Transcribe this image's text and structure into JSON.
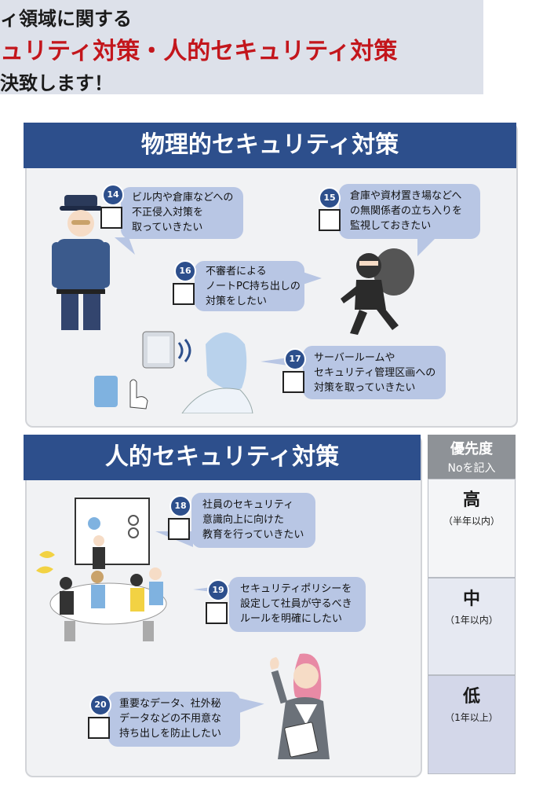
{
  "header": {
    "line1": "ィ領域に関する",
    "line2": "ュリティ対策・人的セキュリティ対策",
    "line3": "決致します！"
  },
  "physical": {
    "title": "物理的セキュリティ対策",
    "items": [
      {
        "no": "14",
        "text": "ビル内や倉庫などへの\n不正侵入対策を\n取っていきたい"
      },
      {
        "no": "15",
        "text": "倉庫や資材置き場などへ\nの無関係者の立ち入りを\n監視しておきたい"
      },
      {
        "no": "16",
        "text": "不審者による\nノートPC持ち出しの\n対策をしたい"
      },
      {
        "no": "17",
        "text": "サーバールームや\nセキュリティ管理区画への\n対策を取っていきたい"
      }
    ]
  },
  "human": {
    "title": "人的セキュリティ対策",
    "items": [
      {
        "no": "18",
        "text": "社員のセキュリティ\n意識向上に向けた\n教育を行っていきたい"
      },
      {
        "no": "19",
        "text": "セキュリティポリシーを\n設定して社員が守るべき\nルールを明確にしたい"
      },
      {
        "no": "20",
        "text": "重要なデータ、社外秘\nデータなどの不用意な\n持ち出しを防止したい"
      }
    ]
  },
  "priority": {
    "title": "優先度",
    "subtitle": "Noを記入",
    "levels": [
      {
        "label": "高",
        "range": "（半年以内）"
      },
      {
        "label": "中",
        "range": "（1年以内）"
      },
      {
        "label": "低",
        "range": "（1年以上）"
      }
    ]
  },
  "colors": {
    "band": "#2d4f8c",
    "bubble": "#b8c6e4",
    "headline_red": "#c3161c"
  }
}
